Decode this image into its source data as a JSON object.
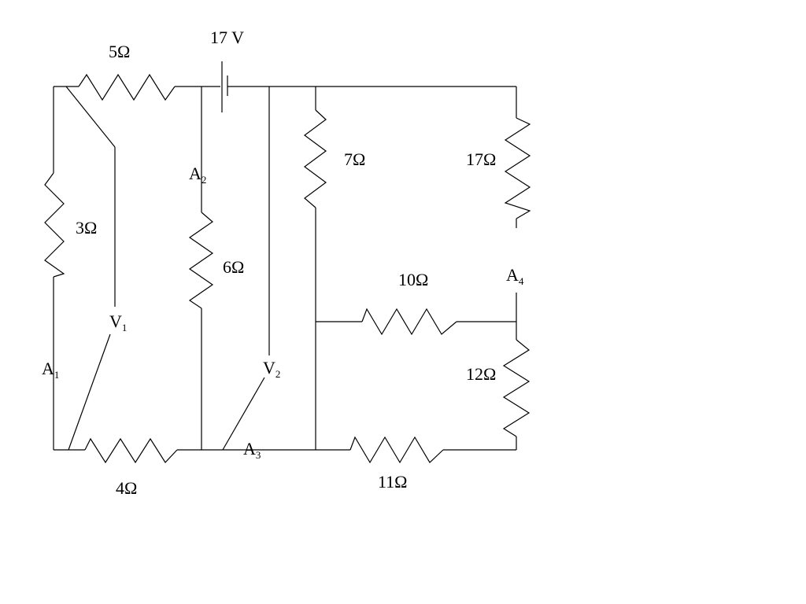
{
  "battery": {
    "label": "17 V"
  },
  "resistors": {
    "r5": "5Ω",
    "r3": "3Ω",
    "r6": "6Ω",
    "r7": "7Ω",
    "r17": "17Ω",
    "r10": "10Ω",
    "r12": "12Ω",
    "r4": "4Ω",
    "r11": "11Ω"
  },
  "meters": {
    "a1": {
      "main": "A",
      "sub": "1"
    },
    "a2": {
      "main": "A",
      "sub": "2"
    },
    "a3": {
      "main": "A",
      "sub": "3"
    },
    "a4": {
      "main": "A",
      "sub": "4"
    },
    "v1": {
      "main": "V",
      "sub": "1"
    },
    "v2": {
      "main": "V",
      "sub": "2"
    }
  }
}
